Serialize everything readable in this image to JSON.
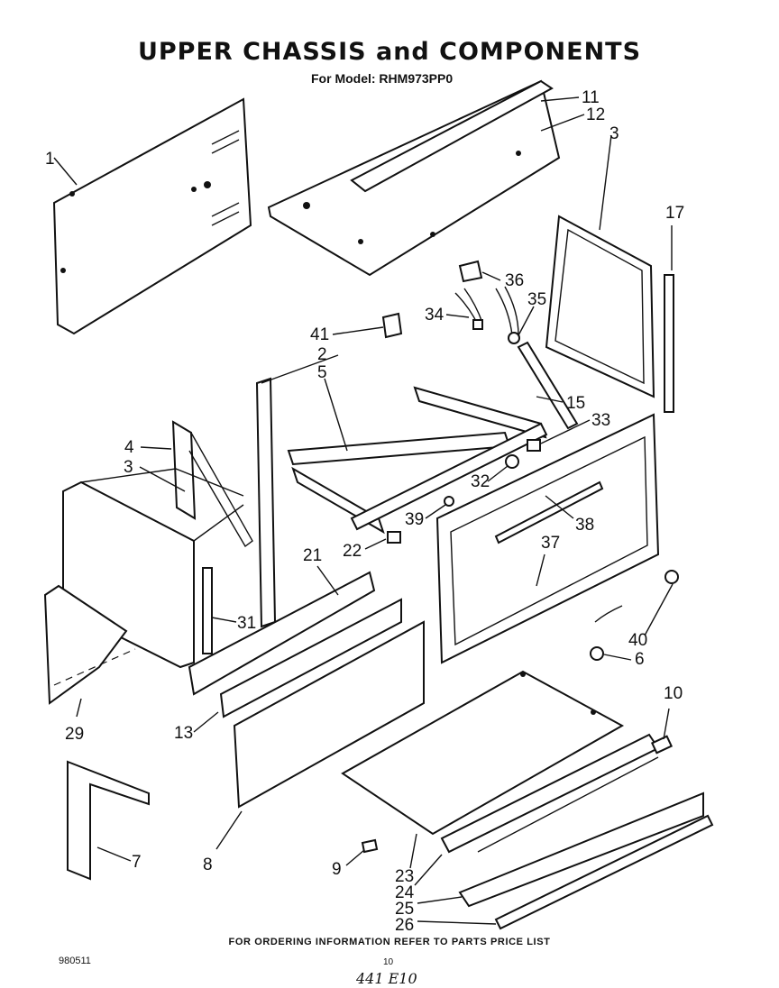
{
  "title": "UPPER CHASSIS and COMPONENTS",
  "subtitle": "For Model: RHM973PP0",
  "footer": "FOR ORDERING INFORMATION REFER TO PARTS PRICE LIST",
  "doc_code": "980511",
  "page_number": "10",
  "handwritten_note": "441 E10",
  "callouts": [
    "1",
    "11",
    "12",
    "3",
    "17",
    "36",
    "35",
    "34",
    "41",
    "2",
    "5",
    "15",
    "33",
    "4",
    "3",
    "32",
    "38",
    "39",
    "22",
    "21",
    "37",
    "31",
    "40",
    "6",
    "29",
    "13",
    "10",
    "7",
    "8",
    "9",
    "23",
    "24",
    "25",
    "26"
  ]
}
